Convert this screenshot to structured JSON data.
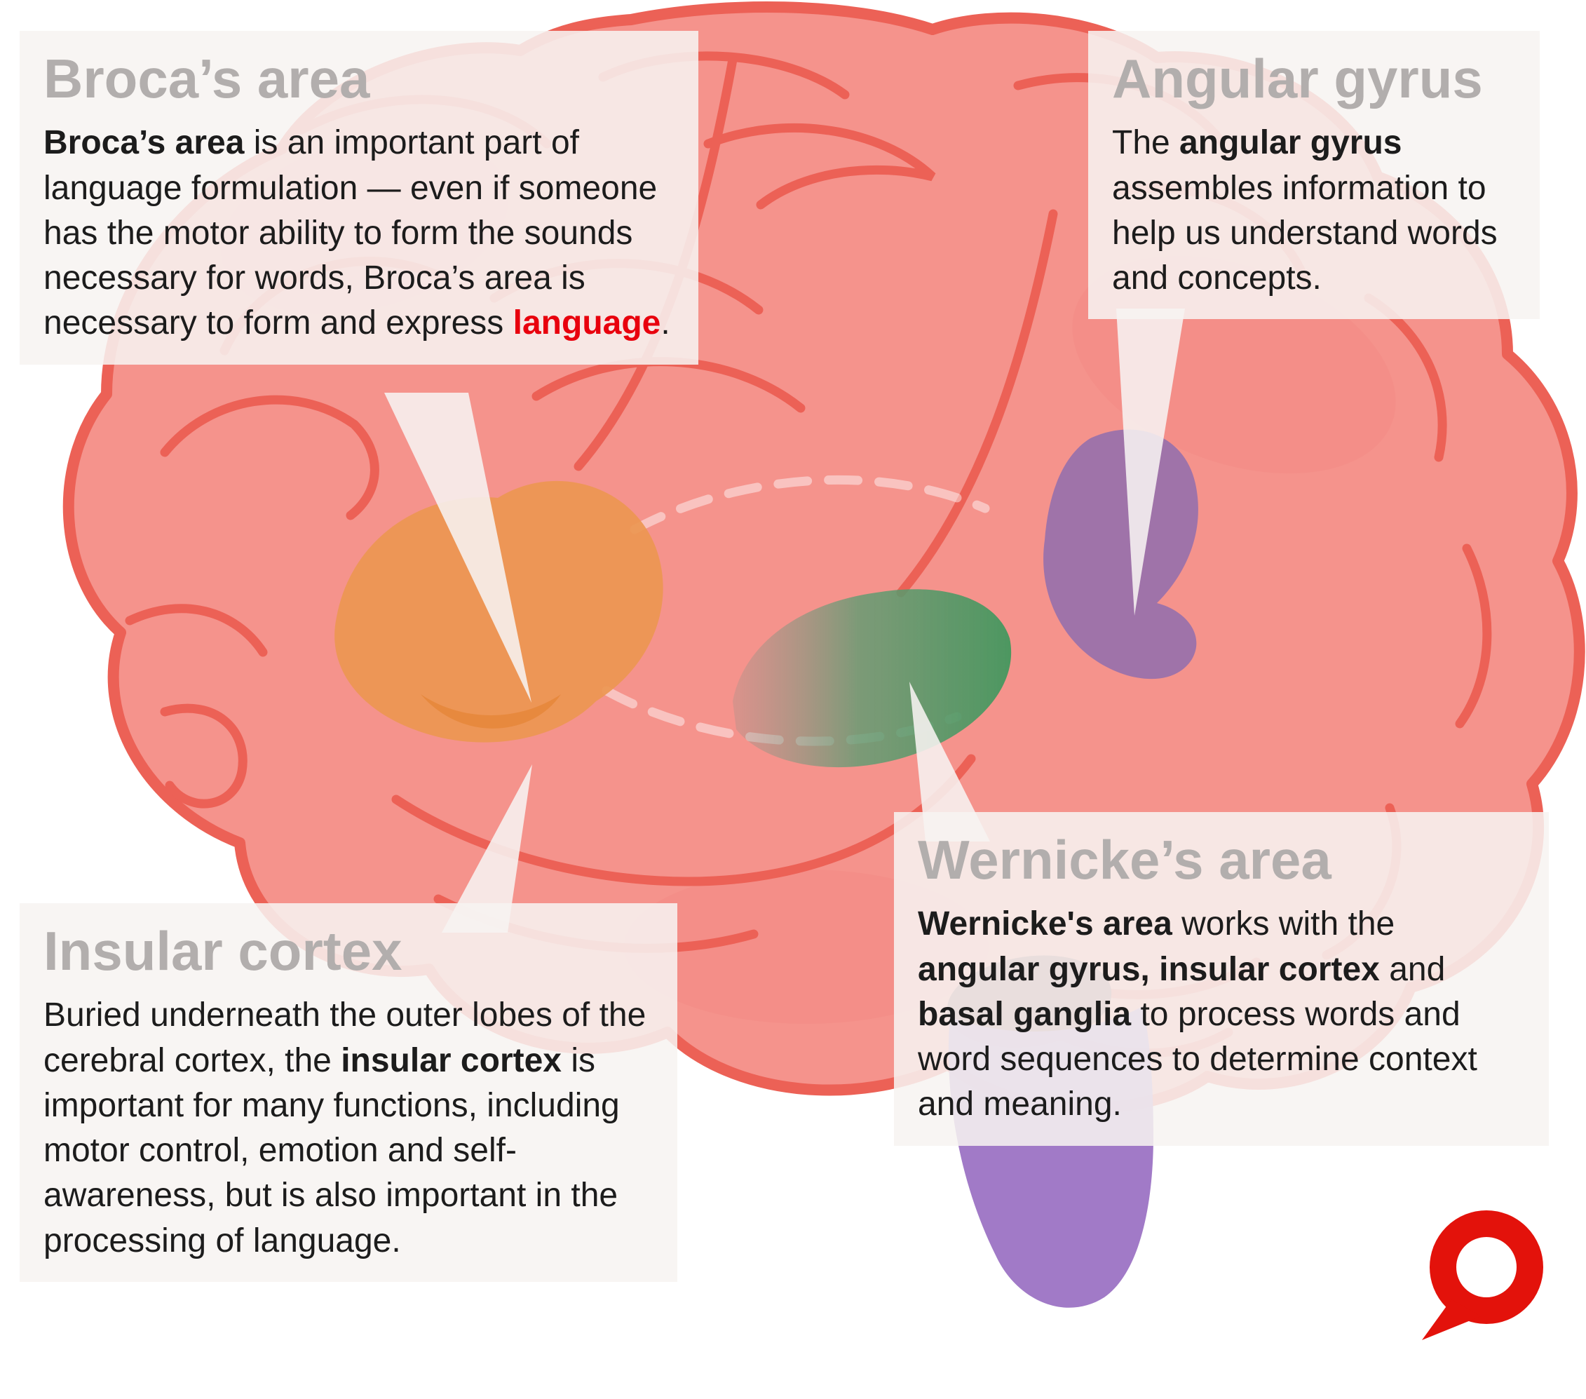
{
  "callouts": {
    "broca": {
      "title": "Broca’s area",
      "body": [
        {
          "text": "Broca’s area",
          "style": "bold"
        },
        {
          "text": " is an important part of language formulation — even if someone has the motor ability to form the sounds necessary for words, Broca’s area is necessary to form and express ",
          "style": "normal"
        },
        {
          "text": "language",
          "style": "bold-red"
        },
        {
          "text": ".",
          "style": "normal"
        }
      ]
    },
    "angular": {
      "title": "Angular gyrus",
      "body": [
        {
          "text": "The ",
          "style": "normal"
        },
        {
          "text": "angular gyrus",
          "style": "bold"
        },
        {
          "text": " assembles information to help us understand words and concepts.",
          "style": "normal"
        }
      ]
    },
    "wernicke": {
      "title": "Wernicke’s area",
      "body": [
        {
          "text": "Wernicke's area",
          "style": "bold"
        },
        {
          "text": " works with the ",
          "style": "normal"
        },
        {
          "text": "angular gyrus, insular cortex",
          "style": "bold"
        },
        {
          "text": " and ",
          "style": "normal"
        },
        {
          "text": "basal ganglia",
          "style": "bold"
        },
        {
          "text": " to process words and word sequences to determine context and meaning.",
          "style": "normal"
        }
      ]
    },
    "insular": {
      "title": "Insular cortex",
      "body": [
        {
          "text": "Buried underneath the outer lobes of the cerebral cortex, the ",
          "style": "normal"
        },
        {
          "text": "insular cortex",
          "style": "bold"
        },
        {
          "text": " is important for many functions, including motor control, emotion and self-awareness, but is also important in the processing of language.",
          "style": "normal"
        }
      ]
    }
  },
  "colors": {
    "brain_fill": "#F5938C",
    "brain_outline": "#EC6156",
    "broca_region": "#EC9752",
    "broca_region_dark": "#E2802F",
    "wernicke_region": "#47975F",
    "angular_region": "#8C6DB0",
    "brainstem": "#9C73C4",
    "midbrain": "#8E5058",
    "accent_red": "#E8000D",
    "title_gray": "#B2AEAD",
    "logo_red": "#E3120B"
  },
  "icons": {
    "logo": "speech-bubble-logo"
  }
}
